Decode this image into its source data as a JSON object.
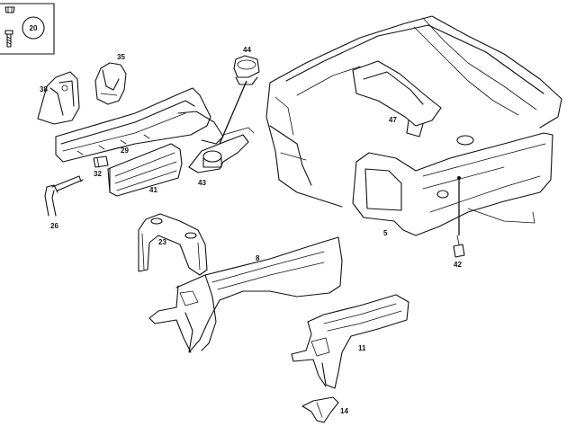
{
  "legend": {
    "label": "20"
  },
  "callouts": [
    {
      "id": "c35",
      "text": "35"
    },
    {
      "id": "c38",
      "text": "38"
    },
    {
      "id": "c44",
      "text": "44"
    },
    {
      "id": "c29",
      "text": "29"
    },
    {
      "id": "c32",
      "text": "32"
    },
    {
      "id": "c41",
      "text": "41"
    },
    {
      "id": "c43",
      "text": "43"
    },
    {
      "id": "c26",
      "text": "26"
    },
    {
      "id": "c47",
      "text": "47"
    },
    {
      "id": "c5",
      "text": "5"
    },
    {
      "id": "c42",
      "text": "42"
    },
    {
      "id": "c23",
      "text": "23"
    },
    {
      "id": "c8",
      "text": "8"
    },
    {
      "id": "c11",
      "text": "11"
    },
    {
      "id": "c14",
      "text": "14"
    }
  ]
}
